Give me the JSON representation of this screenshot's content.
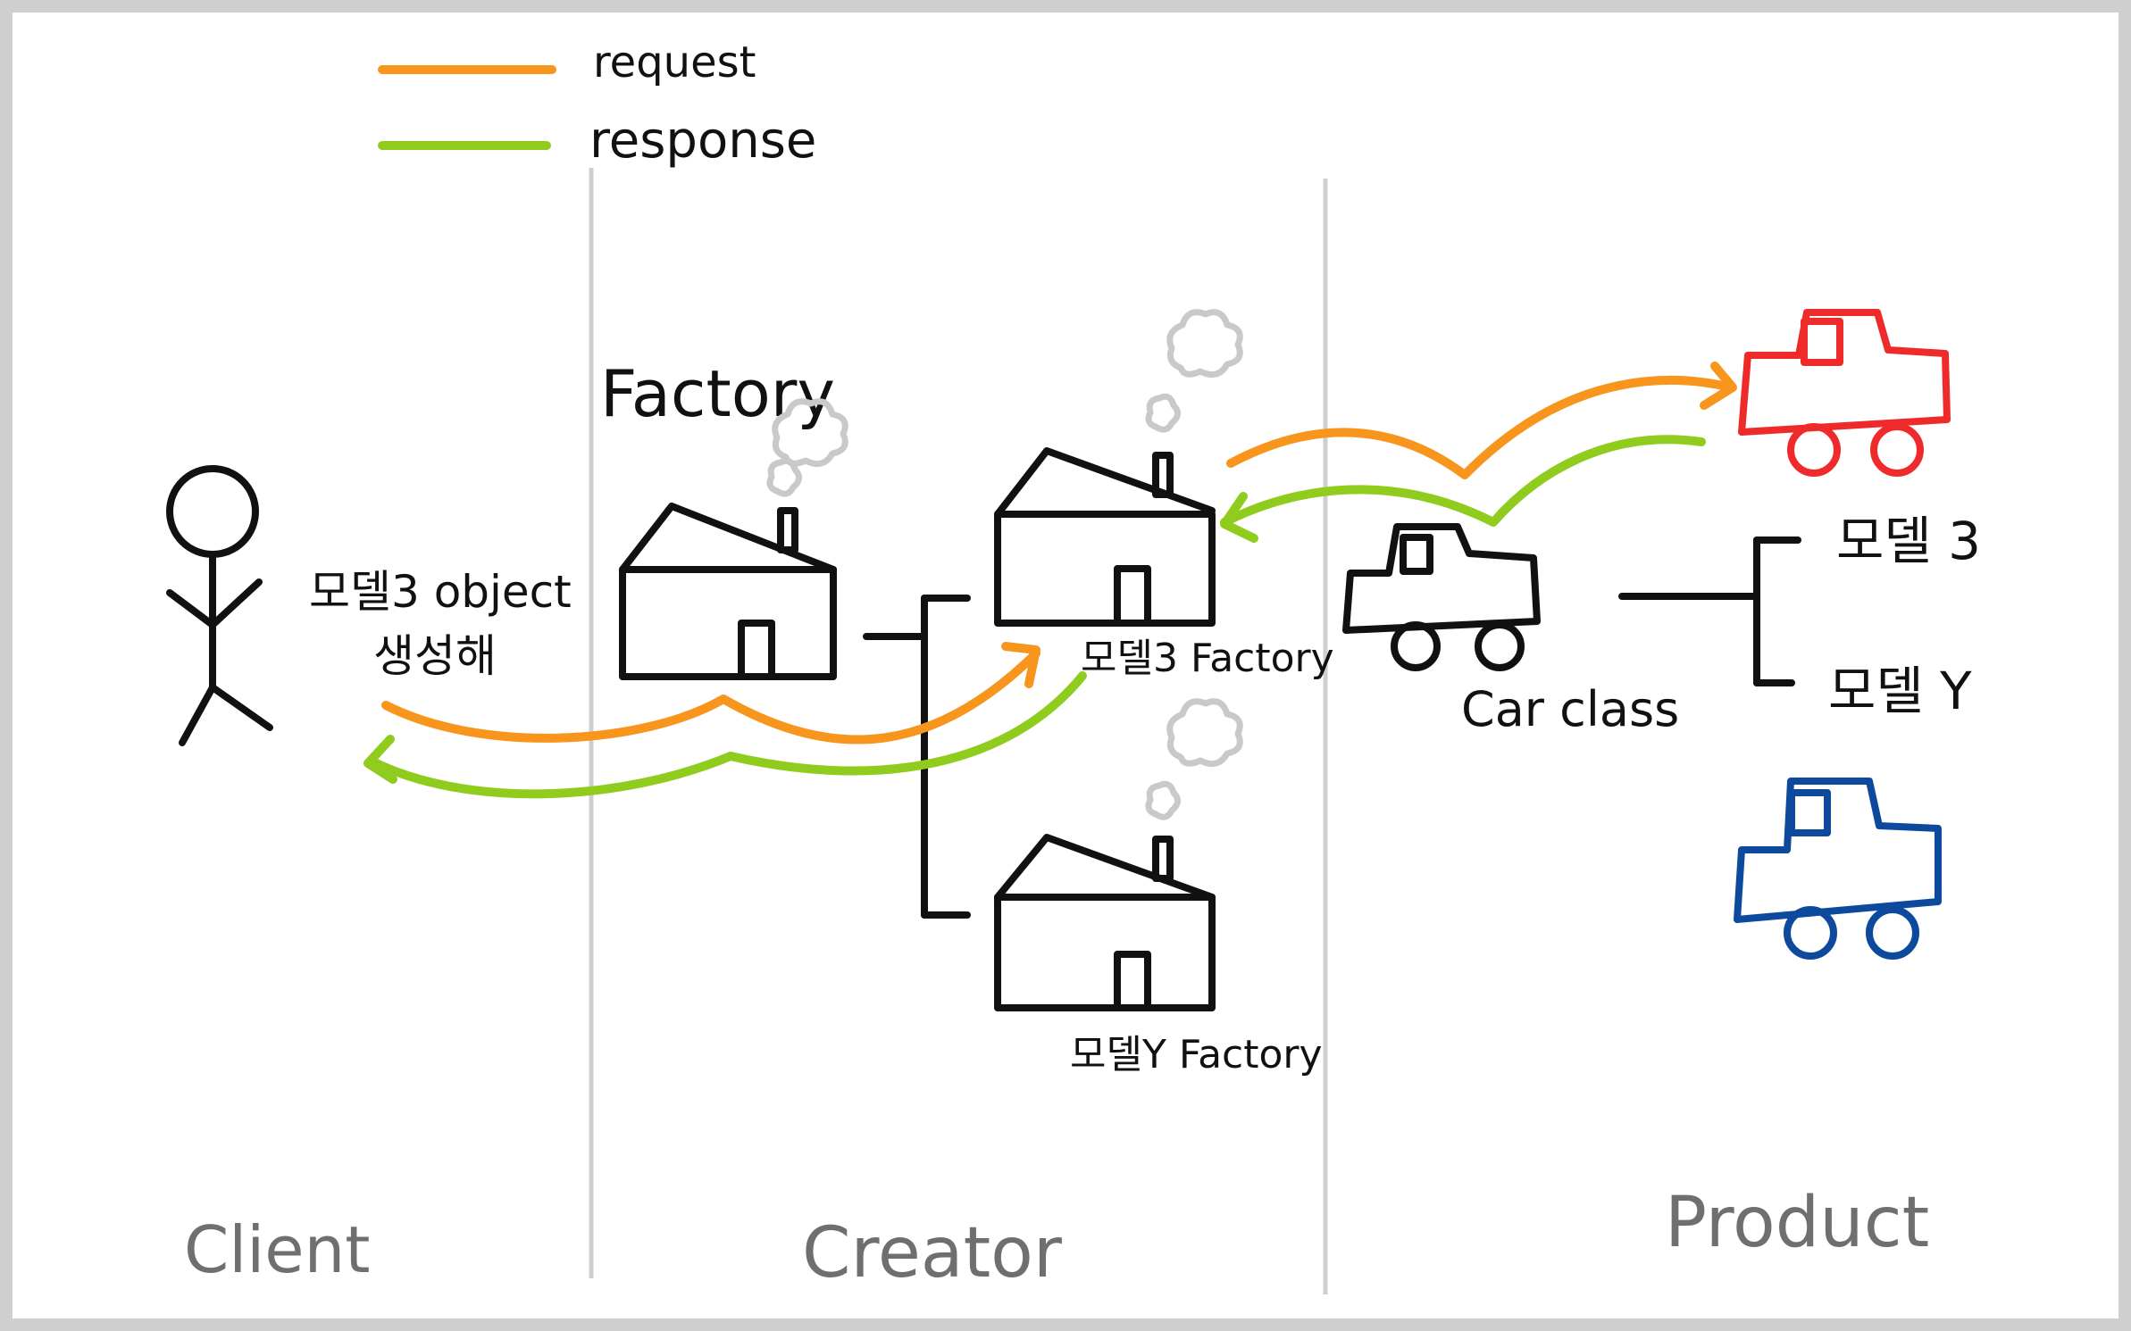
{
  "colors": {
    "request": "#f7951d",
    "response": "#8fcc1e",
    "ink": "#111111",
    "section_label": "#6f6f6f",
    "divider": "#cfcfcf",
    "car_model3": "#ee2a2a",
    "car_modelY": "#0d4a9e",
    "smoke": "#c9c9c9"
  },
  "legend": {
    "request_label": "request",
    "response_label": "response"
  },
  "client": {
    "request_text_line1": "모델3 object",
    "request_text_line2": "생성해",
    "section_label": "Client"
  },
  "creator": {
    "factory_label": "Factory",
    "model3_factory_label": "모델3 Factory",
    "modelY_factory_label": "모델Y Factory",
    "section_label": "Creator"
  },
  "product": {
    "car_class_label": "Car class",
    "model3_label": "모델 3",
    "modelY_label": "모델 Y",
    "section_label": "Product"
  },
  "icons": {
    "person": "stick-figure-icon",
    "factory": "factory-icon",
    "car": "car-icon",
    "smoke": "smoke-icon"
  }
}
